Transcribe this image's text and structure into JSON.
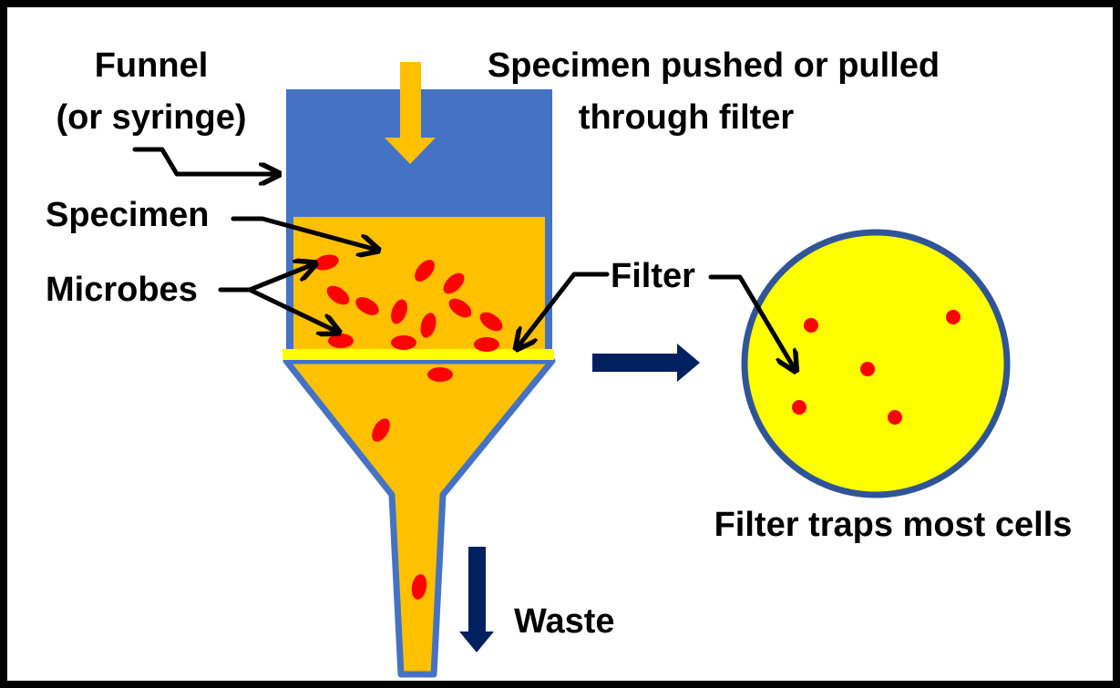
{
  "labels": {
    "funnel_line1": "Funnel",
    "funnel_line2": "(or syringe)",
    "pushed_line1": "Specimen pushed or pulled",
    "pushed_line2": "through filter",
    "specimen": "Specimen",
    "microbes": "Microbes",
    "filter": "Filter",
    "traps": "Filter traps most cells",
    "waste": "Waste"
  },
  "colors": {
    "funnel_blue": "#4472C4",
    "specimen_orange": "#FFC000",
    "filter_yellow": "#FFFF00",
    "microbe_red": "#FF0000",
    "navy_arrow": "#002060",
    "outline": "#2F5597"
  }
}
